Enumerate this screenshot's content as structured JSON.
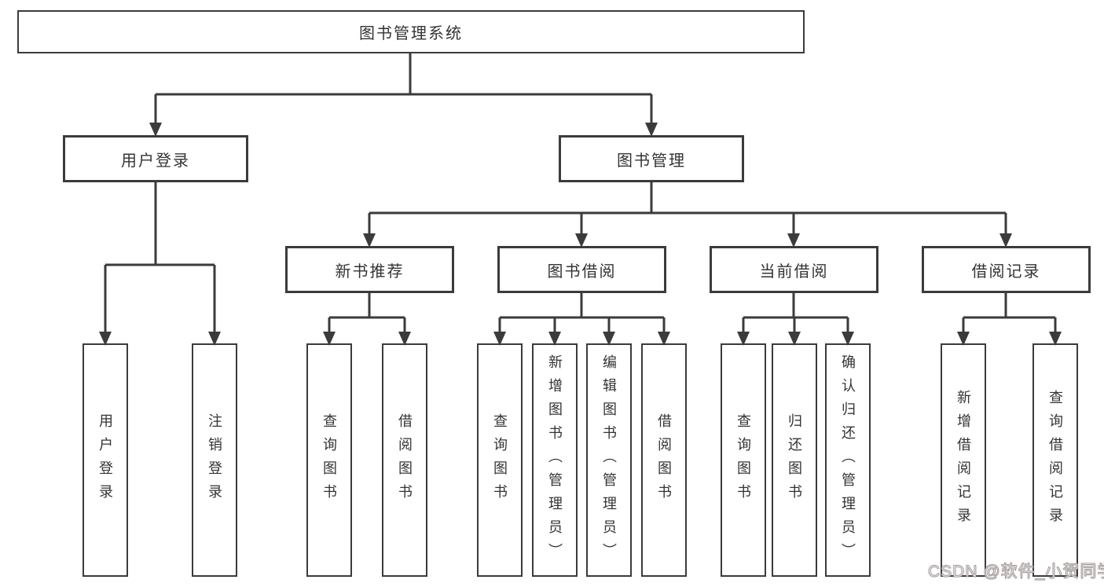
{
  "diagram": {
    "root": "图书管理系统",
    "branch_user": {
      "label": "用户登录",
      "children": [
        "用户登录",
        "注销登录"
      ]
    },
    "branch_books": {
      "label": "图书管理",
      "groups": [
        {
          "label": "新书推荐",
          "children": [
            "查询图书",
            "借阅图书"
          ]
        },
        {
          "label": "图书借阅",
          "children": [
            "查询图书",
            "新增图书（管理员）",
            "编辑图书（管理员）",
            "借阅图书"
          ]
        },
        {
          "label": "当前借阅",
          "children": [
            "查询图书",
            "归还图书",
            "确认归还（管理员）"
          ]
        },
        {
          "label": "借阅记录",
          "children": [
            "新增借阅记录",
            "查询借阅记录"
          ]
        }
      ]
    }
  },
  "watermark": "CSDN @软件_小贺同学",
  "colors": {
    "line": "#3b3b3b",
    "box_border": "#3b3b3b",
    "text": "#343434",
    "background": "#ffffff",
    "watermark_fill": "#fdfdfd",
    "watermark_outline": "#a79e9e"
  }
}
